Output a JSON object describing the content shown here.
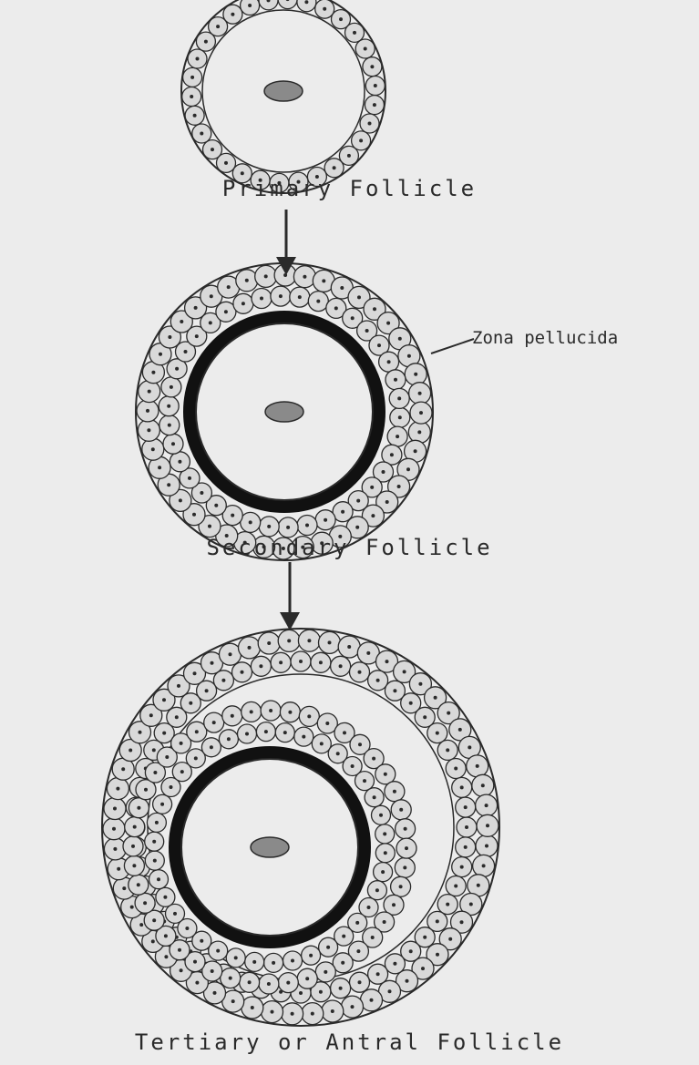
{
  "stages": [
    {
      "id": "primary",
      "label": "Primary Follicle"
    },
    {
      "id": "secondary",
      "label": "Secondary Follicle"
    },
    {
      "id": "tertiary",
      "label": "Tertiary or Antral Follicle"
    }
  ],
  "callout": {
    "label": "Zona pellucida"
  },
  "colors": {
    "background": "#ececec",
    "ink": "#2a2a2a",
    "zona": "#111111",
    "nucleus": "#8a8a8a",
    "cell_fill": "#d9d9d9"
  }
}
